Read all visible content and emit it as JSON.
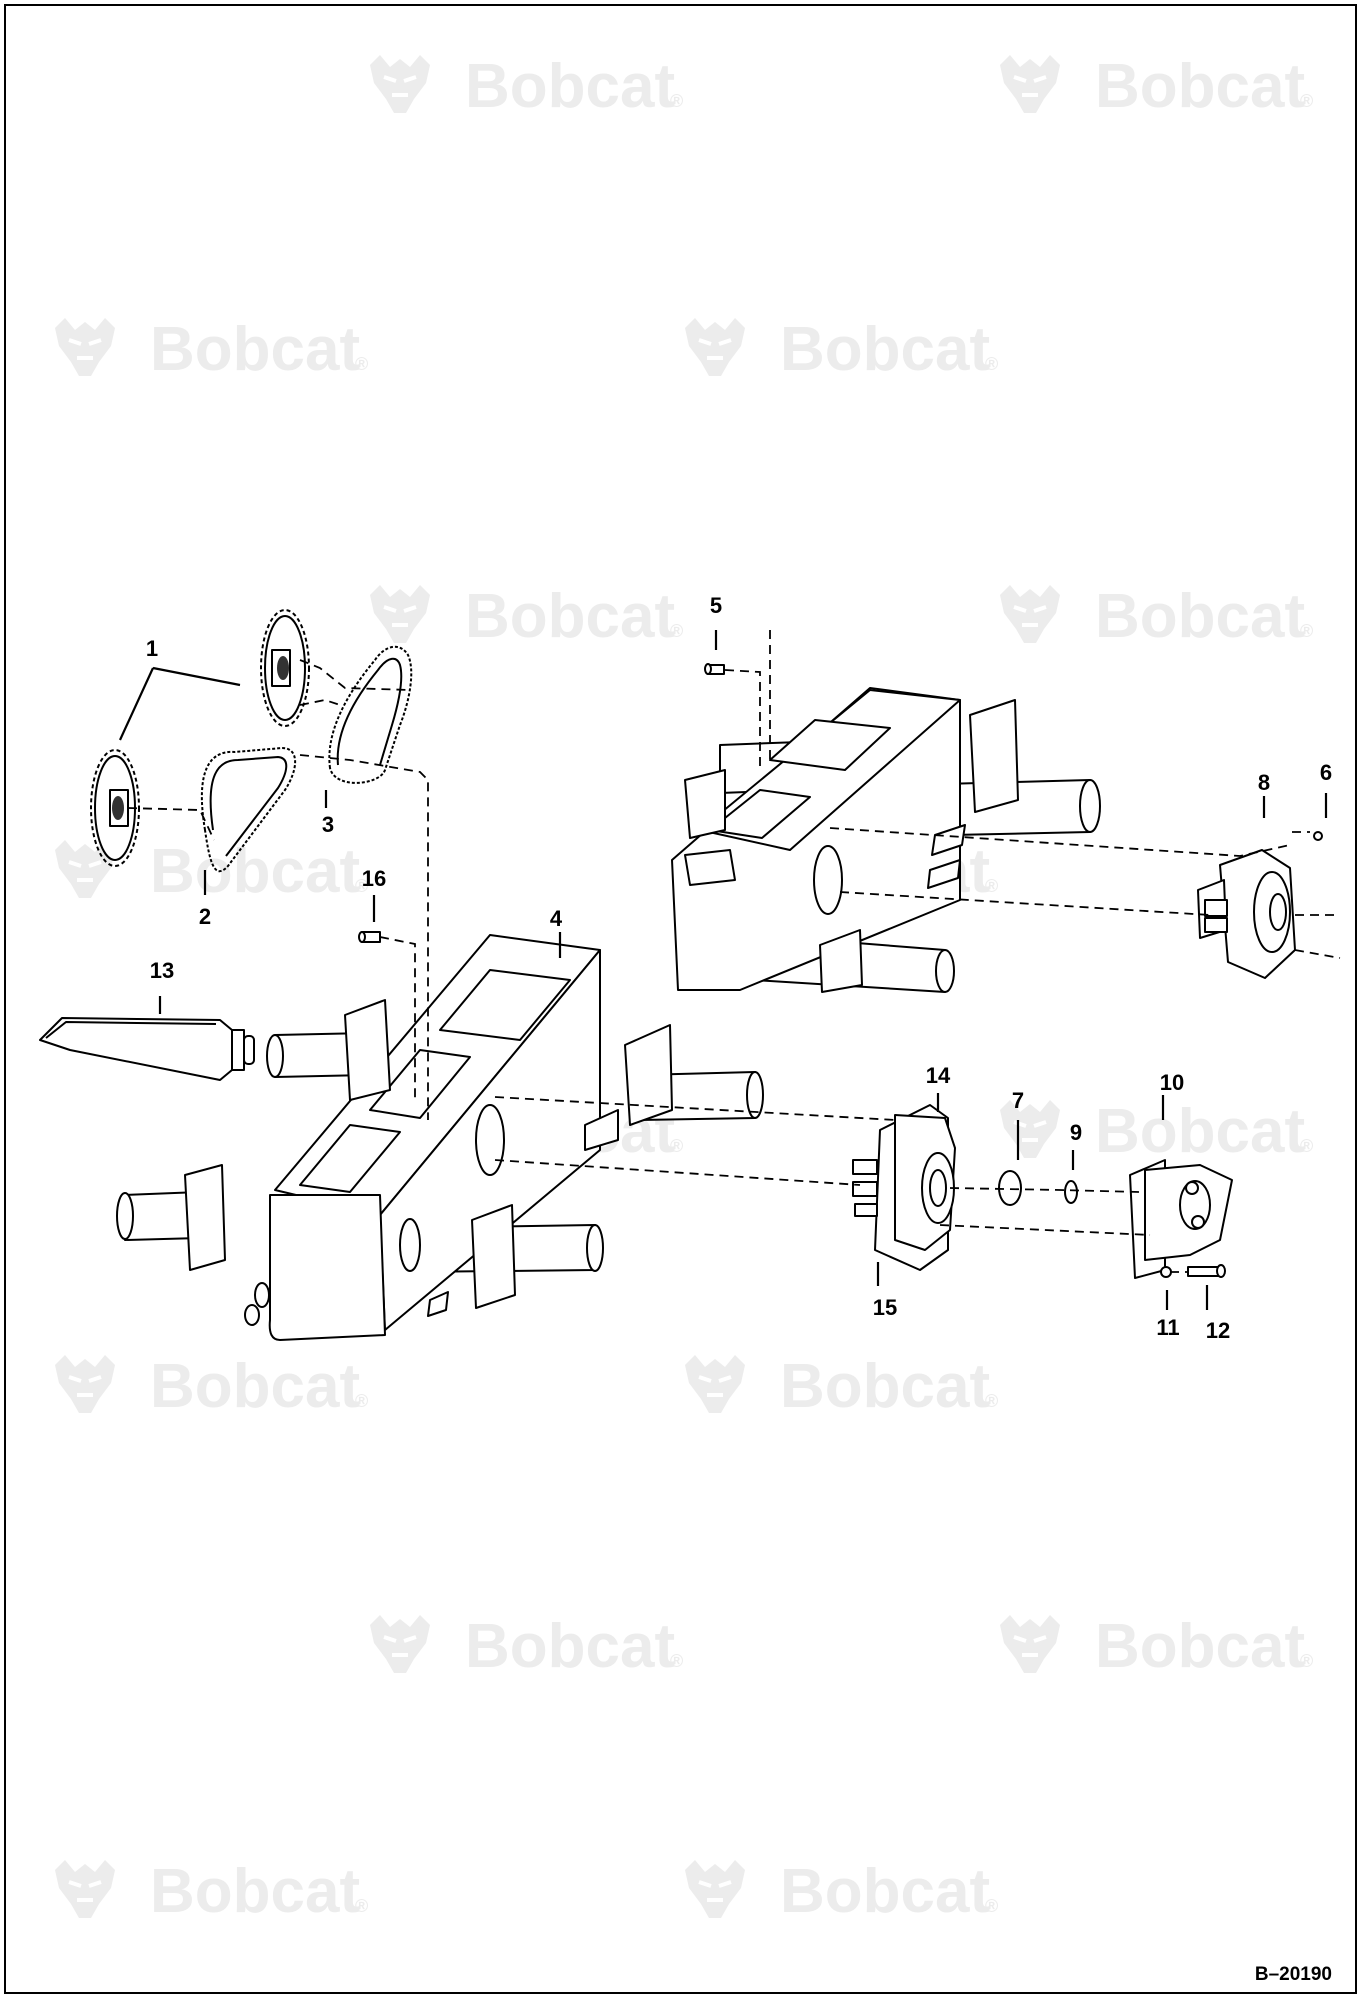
{
  "watermark": {
    "text": "Bobcat",
    "mark": "®",
    "icon": "bobcat-logo-icon"
  },
  "figure_id": "B–20190",
  "callouts": [
    {
      "key": "1",
      "label": "1"
    },
    {
      "key": "2",
      "label": "2"
    },
    {
      "key": "3",
      "label": "3"
    },
    {
      "key": "4",
      "label": "4"
    },
    {
      "key": "5",
      "label": "5"
    },
    {
      "key": "6",
      "label": "6"
    },
    {
      "key": "7",
      "label": "7"
    },
    {
      "key": "8",
      "label": "8"
    },
    {
      "key": "9",
      "label": "9"
    },
    {
      "key": "10",
      "label": "10"
    },
    {
      "key": "11",
      "label": "11"
    },
    {
      "key": "12",
      "label": "12"
    },
    {
      "key": "13",
      "label": "13"
    },
    {
      "key": "14",
      "label": "14"
    },
    {
      "key": "15",
      "label": "15"
    },
    {
      "key": "16",
      "label": "16"
    }
  ],
  "colors": {
    "line": "#000000",
    "background": "#ffffff",
    "watermark": "#ececec"
  }
}
